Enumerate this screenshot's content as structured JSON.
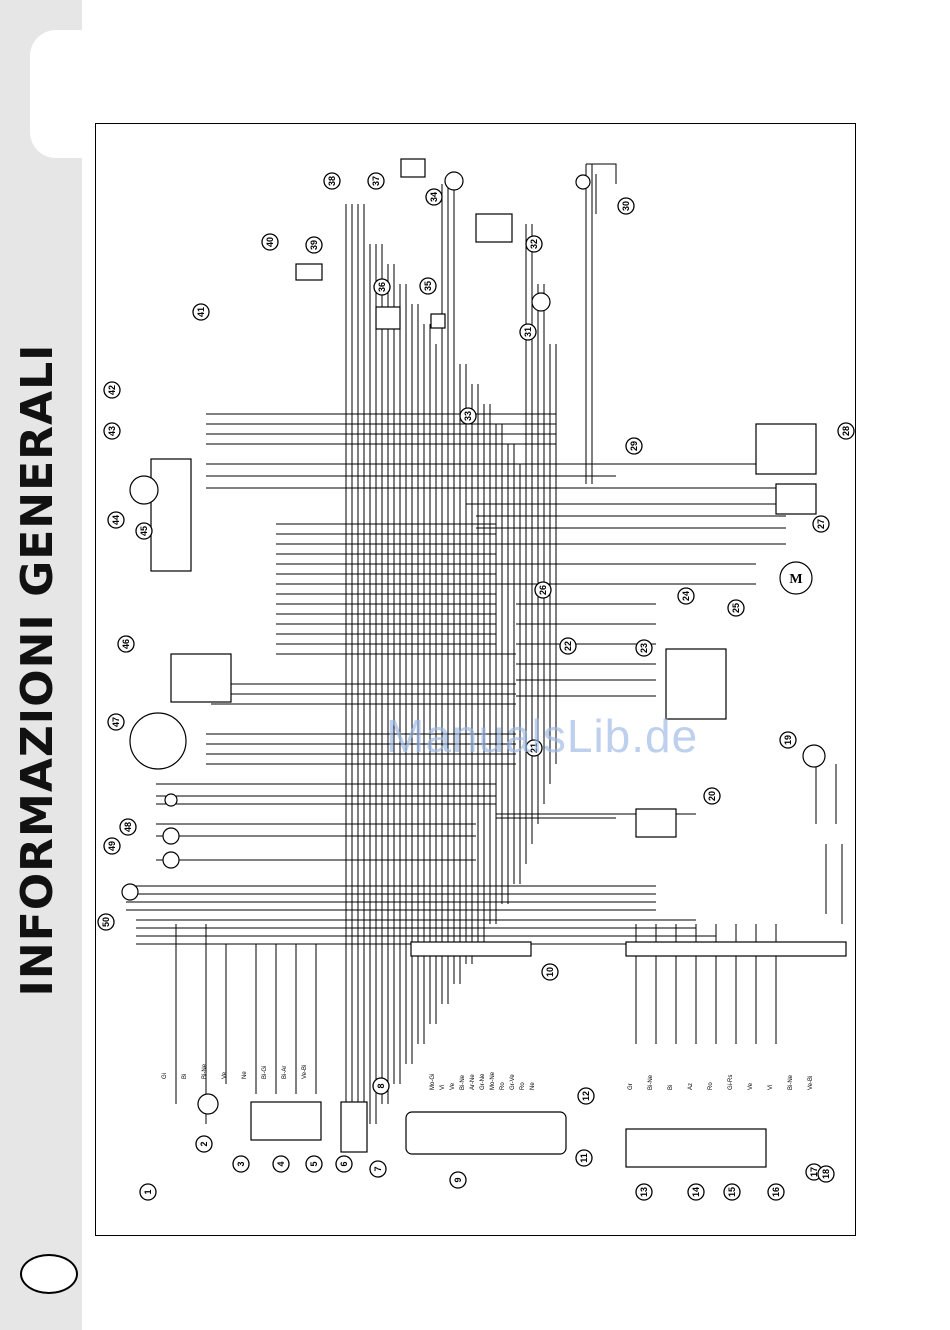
{
  "section_title": "INFORMAZIONI GENERALI",
  "watermark": "ManualsLib.de",
  "callouts": [
    "1",
    "2",
    "3",
    "4",
    "5",
    "6",
    "7",
    "8",
    "9",
    "10",
    "11",
    "12",
    "13",
    "14",
    "15",
    "16",
    "17",
    "18",
    "19",
    "20",
    "21",
    "22",
    "23",
    "24",
    "25",
    "26",
    "27",
    "28",
    "29",
    "30",
    "31",
    "32",
    "33",
    "34",
    "35",
    "36",
    "37",
    "38",
    "39",
    "40",
    "41",
    "42",
    "43",
    "44",
    "45",
    "46",
    "47",
    "48",
    "49",
    "50"
  ],
  "bottom_wire_labels": [
    "Mo-Gi",
    "Vi",
    "Ve",
    "Bi-Ne",
    "Ar-Ne",
    "Gr-Ne",
    "Mo-Ne",
    "Ro",
    "Gr-Ve",
    "Ro",
    "Ne"
  ],
  "right_wire_labels": [
    "Gr",
    "Bi-Ne",
    "Bi",
    "Az",
    "Ro",
    "Gi-Rs",
    "Ve",
    "Vi",
    "Bi-Ne",
    "Ve-Bi"
  ],
  "left_wire_labels": [
    "Gi",
    "Bi",
    "Bi-Ne",
    "Ve",
    "Ne",
    "Bi-Gi",
    "Bi-Ar",
    "Ve-Bi"
  ],
  "motor_label": "M"
}
